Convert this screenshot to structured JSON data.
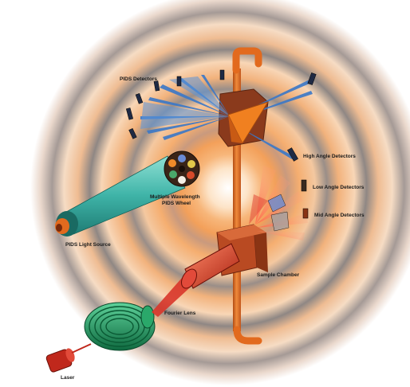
{
  "labels": {
    "pids_detectors": "PIDS Detectors",
    "high_angle_detectors": "High Angle Detectors",
    "low_angle_detectors": "Low Angle Detectors",
    "mid_angle_detectors": "Mid Angle Detectors",
    "multiple_wavelength_line1": "Multiple Wavelength",
    "multiple_wavelength_line2": "PIDS Wheel",
    "pids_light_source": "PIDS Light Source",
    "sample_chamber": "Sample Chamber",
    "fourier_lens": "Fourier Lens",
    "laser": "Laser"
  },
  "colors": {
    "ring_warm": "#f3a05a",
    "ring_gray": "#8d8a88",
    "background": "#ffffff",
    "laser_red": "#c0281c",
    "coil_green": "#1c8c5a",
    "cone_teal": "#3fb4a8",
    "prism_orange": "#f08020",
    "tube_orange": "#e26a1e",
    "beam_blue": "#3a78c8",
    "chamber_brown": "#c2562c",
    "scatter_red": "#e24a3a"
  }
}
